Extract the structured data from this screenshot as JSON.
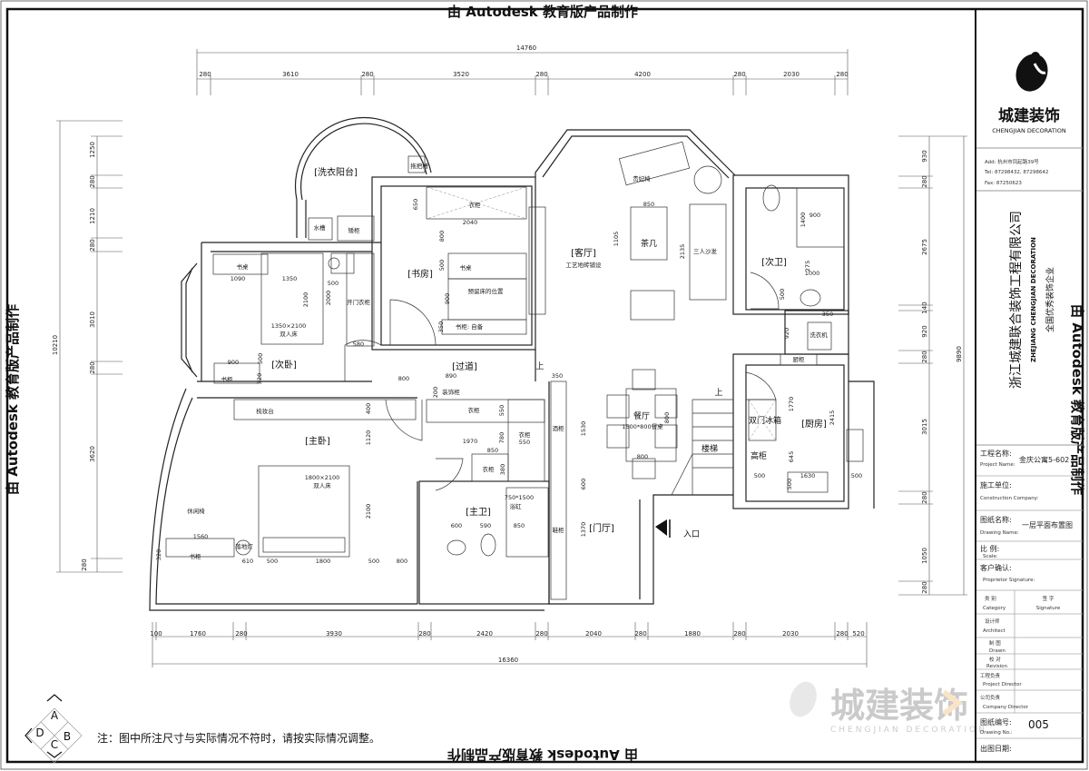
{
  "watermark": "由 Autodesk 教育版产品制作",
  "dimensions": {
    "top_total": "14760",
    "top": [
      "280",
      "3610",
      "280",
      "3520",
      "280",
      "4200",
      "280",
      "2030",
      "280"
    ],
    "bottom_total": "16360",
    "bottom": [
      "100",
      "1760",
      "280",
      "3930",
      "280",
      "2420",
      "280",
      "2040",
      "280",
      "1880",
      "280",
      "2030",
      "280",
      "520"
    ],
    "left_total": "10210",
    "left": [
      "1250",
      "280",
      "1210",
      "280",
      "3010",
      "280",
      "3620",
      "280"
    ],
    "right_total": "9890",
    "right": [
      "930",
      "280",
      "2675",
      "140",
      "920",
      "280",
      "3015",
      "280",
      "1050",
      "280"
    ]
  },
  "rooms": {
    "laundry_balcony": "[洗衣阳台]",
    "study": "[书房]",
    "second_bedroom": "[次卧]",
    "corridor": "[过道]",
    "living_room": "[客厅]",
    "living_note": "工艺地砖铺设",
    "second_bath": "[次卫]",
    "master_bedroom": "[主卧]",
    "master_bath": "[主卫]",
    "dining": "餐厅",
    "kitchen": "[厨房]",
    "foyer": "[门厅]",
    "entrance": "入口",
    "stairs": "楼梯"
  },
  "furniture": {
    "mop_sink": "拖把槽",
    "wardrobe": "衣柜",
    "sink": "水槽",
    "low_cabinet": "矮柜",
    "desk": "书桌",
    "hinged_wardrobe": "开门衣柜",
    "reserved_bed": "预留床的位置",
    "bookcase_own": "书柜: 自备",
    "bed_small_size": "1350×2100",
    "double_bed": "双人床",
    "bookcase": "书柜",
    "chaise": "贵妃椅",
    "coffee_table": "茶几",
    "sofa": "三人沙发",
    "washer": "洗衣机",
    "kitchen_cabinet": "厨柜",
    "up": "上",
    "display_cabinet": "装饰柜",
    "dresser": "梳妆台",
    "bed_large_size": "1800×2100",
    "bathtub_size": "750*1500",
    "bathtub": "浴缸",
    "lounge_chair": "休闲椅",
    "floor_lamp": "落地灯",
    "dining_table": "1500*800餐桌",
    "wine_cabinet": "酒柜",
    "shoe_cabinet": "鞋柜",
    "fridge": "双门冰箱",
    "tall_cabinet": "高柜"
  },
  "inner_dims": {
    "d650": "650",
    "d2040": "2040",
    "d800a": "800",
    "d1090": "1090",
    "d1350": "1350",
    "d500a": "500",
    "d2100a": "2100",
    "d2000": "2000",
    "d500b": "500",
    "d900a": "900",
    "d350a": "350",
    "d580": "580",
    "d500c": "500",
    "d900b": "900",
    "d320a": "320",
    "d800b": "800",
    "d890": "890",
    "d850a": "850",
    "d1105": "1105",
    "d2135": "2135",
    "d1400": "1400",
    "d900c": "900",
    "d275": "275",
    "d1000": "1000",
    "d500d": "500",
    "d350b": "350",
    "d920": "920",
    "d350c": "350",
    "d200": "200",
    "d400": "400",
    "d550a": "550",
    "d1120": "1120",
    "d1970": "1970",
    "d780": "780",
    "d550b": "550",
    "d850b": "850",
    "d380": "380",
    "d2100b": "2100",
    "d600a": "600",
    "d590": "590",
    "d850c": "850",
    "d1560": "1560",
    "d320b": "320",
    "d610": "610",
    "d500e": "500",
    "d1800": "1800",
    "d500f": "500",
    "d800c": "800",
    "d800d": "800",
    "d800e": "800",
    "d1530": "1530",
    "d600b": "600",
    "d1370": "1370",
    "d1770": "1770",
    "d2415": "2415",
    "d645": "645",
    "d500g": "500",
    "d1630": "1630",
    "d500h": "500",
    "d500i": "500"
  },
  "note": "注：图中所注尺寸与实际情况不符时，请按实际情况调整。",
  "compass": {
    "a": "A",
    "b": "B",
    "c": "C",
    "d": "D"
  },
  "title_block": {
    "logo_cn": "城建装饰",
    "logo_en": "CHENGJIAN DECORATION",
    "address": "Add: 杭州市凤起路39号",
    "tel": "Tel: 87298432, 87298642",
    "fax": "Fax: 87250623",
    "company_cn": "浙江城建联合装饰工程有限公司",
    "company_en": "ZHEJIANG CHENGJIAN DECORATION",
    "slogan": "全国优秀装饰企业",
    "rows": [
      {
        "cn": "工程名称:",
        "en": "Project Name:",
        "value": "金庆公寓5-602"
      },
      {
        "cn": "施工单位:",
        "en": "Construction Company:",
        "value": ""
      },
      {
        "cn": "图纸名称:",
        "en": "Drawing Name:",
        "value": "一层平面布置图"
      },
      {
        "cn": "比 例:",
        "en": "Scale:",
        "value": ""
      },
      {
        "cn": "客户确认:",
        "en": "Proprietor Signature:",
        "value": ""
      },
      {
        "cn": "类 别",
        "en": "Category",
        "value": ""
      },
      {
        "cn": "设计师",
        "en": "Architect",
        "value": ""
      },
      {
        "cn": "制 图",
        "en": "Drawn",
        "value": ""
      },
      {
        "cn": "校 对",
        "en": "Revision",
        "value": ""
      },
      {
        "cn": "工程负责",
        "en": "Project Director",
        "value": ""
      },
      {
        "cn": "公司负责",
        "en": "Company Director",
        "value": ""
      },
      {
        "cn": "图纸编号:",
        "en": "Drawing No.:",
        "value": "005"
      },
      {
        "cn": "出图日期:",
        "en": "",
        "value": ""
      }
    ],
    "signature_cn": "签 字",
    "signature_en": "Signature"
  }
}
